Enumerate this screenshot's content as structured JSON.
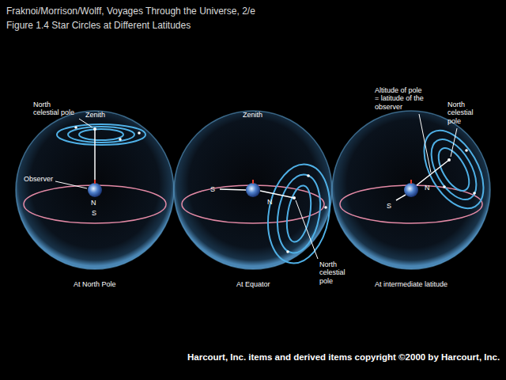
{
  "diagram": {
    "title": "Figure 1.4 Star Circles at Different Latitudes",
    "labels": [
      "Fraknoi/Morrison/Wolff, Voyages Through the Universe, 2/e",
      "North celestial pole",
      "Zenith",
      "Observer",
      "N",
      "S",
      "At North Pole",
      "Zenith",
      "S",
      "N",
      "North celestial pole",
      "At Equator",
      "Altitude of pole = latitude of the observer",
      "North celestial pole",
      "N",
      "S",
      "At intermediate latitude",
      "Harcourt, Inc. items and derived items copyright ©2000 by Harcourt, Inc."
    ]
  }
}
